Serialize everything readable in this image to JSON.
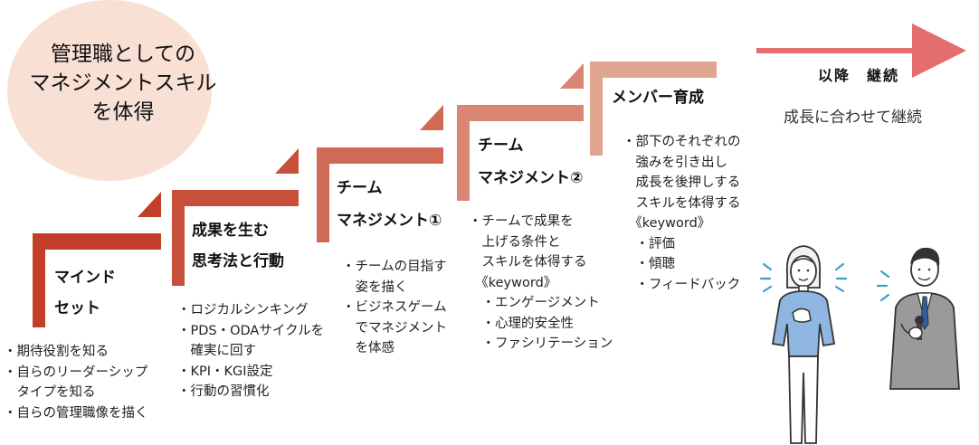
{
  "title": "管理職としての\nマネジメントスキル\nを体得",
  "colors": {
    "circle": "#f8e0d4",
    "step_dark": "#c2402a",
    "step_mid": "#d06a55",
    "step_light": "#e1a48f",
    "arrow": "#e46e6e"
  },
  "steps": [
    {
      "label": "マインド\nセット",
      "bullets": [
        "・期待役割を知る",
        "・自らのリーダーシップ",
        "　タイプを知る",
        "・自らの管理職像を描く"
      ]
    },
    {
      "label": "成果を生む\n思考法と行動",
      "bullets": [
        "・ロジカルシンキング",
        "・PDS・ODAサイクルを",
        "　確実に回す",
        "・KPI・KGI設定",
        "・行動の習慣化"
      ]
    },
    {
      "label": "チーム\nマネジメント①",
      "bullets": [
        "・チームの目指す",
        "　姿を描く",
        "・ビジネスゲーム",
        "　でマネジメント",
        "　を体感"
      ]
    },
    {
      "label": "チーム\nマネジメント②",
      "bullets": [
        "・チームで成果を",
        "　上げる条件と",
        "　スキルを体得する",
        "　《keyword》",
        "　・エンゲージメント",
        "　・心理的安全性",
        "　・ファシリテーション"
      ]
    },
    {
      "label": "メンバー育成",
      "bullets": [
        "・部下のそれぞれの",
        "　強みを引き出し",
        "　成長を後押しする",
        "　スキルを体得する",
        "　《keyword》",
        "　・評価",
        "　・傾聴",
        "　・フィードバック"
      ]
    }
  ],
  "final": {
    "title": "以降　継続",
    "subtitle": "成長に合わせて継続"
  },
  "figures": {
    "woman": "woman-figure",
    "man": "man-with-microphone-figure"
  }
}
